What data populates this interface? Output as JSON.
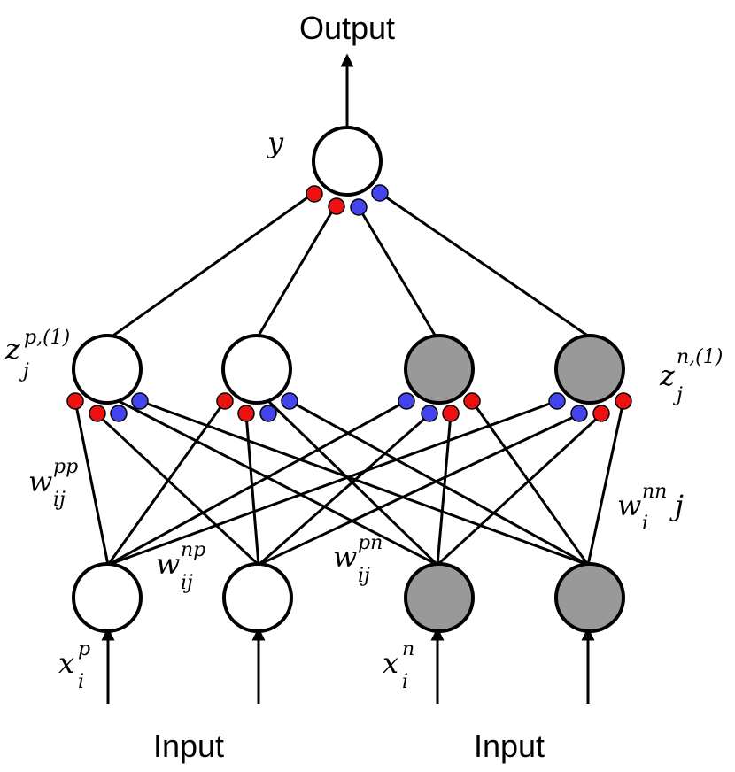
{
  "labels": {
    "output": "Output",
    "input_left": "Input",
    "input_right": "Input"
  },
  "math_labels": {
    "y": {
      "main": "y"
    },
    "z_p": {
      "main": "z",
      "sup": "p,(1)",
      "sub": "j"
    },
    "z_n": {
      "main": "z",
      "sup": "n,(1)",
      "sub": "j"
    },
    "w_pp": {
      "main": "w",
      "sup": "pp",
      "sub": "ij"
    },
    "w_np": {
      "main": "w",
      "sup": "np",
      "sub": "ij"
    },
    "w_pn": {
      "main": "w",
      "sup": "pn",
      "sub": "ij"
    },
    "w_nn": {
      "main": "w",
      "sup": "nn",
      "sub": "i",
      "trail": "j"
    },
    "x_p": {
      "main": "x",
      "sup": "p",
      "sub": "i"
    },
    "x_n": {
      "main": "x",
      "sup": "n",
      "sub": "i"
    }
  },
  "colors": {
    "positive_node": "#ffffff",
    "negative_node": "#999999",
    "positive_dot": "#ee1111",
    "negative_dot": "#4444ee",
    "stroke": "#000000"
  },
  "network": {
    "input_nodes": [
      "positive",
      "positive",
      "negative",
      "negative"
    ],
    "hidden_nodes": [
      "positive",
      "positive",
      "negative",
      "negative"
    ],
    "output_nodes": [
      "positive"
    ]
  }
}
